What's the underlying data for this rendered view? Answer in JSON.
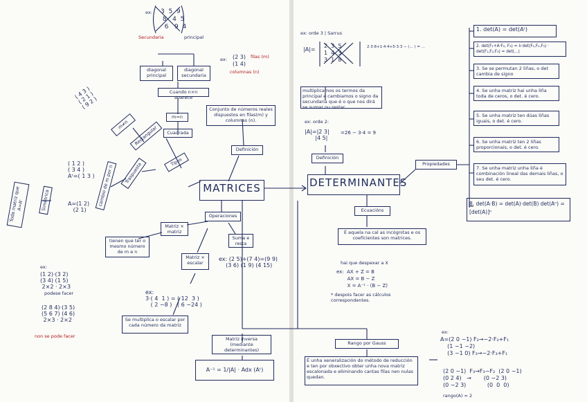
{
  "center": {
    "matrices": "MATRICES",
    "determinantes": "DETERMINANTES"
  },
  "left": {
    "example_top": "ex:",
    "secundaria": "Secundaria",
    "principal": "principal",
    "diag_principal": "diagonal principal",
    "diag_secundaria": "diagonal secundaria",
    "cuando": "Cuando n×n aparece",
    "m_eq_n": "m=n",
    "cuadrada": "Cuadrada",
    "rect_mn": "m≠n",
    "rectangular": "Rectangular",
    "tipos": "Tipos",
    "traspuesta": "Traspuesta",
    "cambio": "cambio de m por n",
    "simetrica": "Simétrica",
    "toda_matriz": "Toda matriz que A=Aᵗ",
    "definicion": "Definición",
    "filas": "filas (m)",
    "columnas": "columnas (n)",
    "conjunto": "Conjunto de números reales dispuestos en filas(m) y columnas (n).",
    "operaciones": "Operaciones",
    "matriz_matriz": "Matriz × matriz",
    "tienen": "tienen que ter o mesmo número de m e n",
    "suma": "Suma e resta",
    "matriz_escalar": "Matriz × escalar",
    "multiplica": "Se multiplica o escalar por cada número da matriz",
    "podese": "podese facer",
    "non_se_pode": "non se pode facer",
    "inversa": "Matriz inversa (mediante determinantes)",
    "inversa_formula": "A⁻¹ = 1/|A| · Adx (Aᵗ)",
    "ex": "ex:"
  },
  "right": {
    "orde3": "ex: orde 3 | Sarrus",
    "sarrus_res": "2·3·8+1·4·4+5·3·3 − (... ) = ...",
    "multiplicamos": "multiplicamos os termos da principal e cambiamos o signo da secundaria que é o que nos dirá se sumar ou restar",
    "orde2": "ex: orde 2:",
    "orde2_res": "=26 − 3·4 = 9",
    "definicion": "Definición",
    "ecuacions": "Ecuacións",
    "ecu_text": "É aquela na cal as incógnitas e os coeficientes son matrices.",
    "hai_que": "hai que despexar a X",
    "ex_eq": "ex:  AX + Z = B\n       AX = B − Z\n       X = A⁻¹ · (B − Z)",
    "despois": "* despois facer as cálculos correspondentes.",
    "rango": "Rango por Gauss",
    "rango_text": "É unha xeneralización do método de reducción e ten por obxectivo obter unha nova matriz escalonada e eliminando cantas filas nen nulas quedan.",
    "rango_res": "rango(A) = 2",
    "propiedades": "Propiedades",
    "props": [
      "1. det(A) = det(Aᵗ)",
      "2. det(F₁+A·F₂, F₃) = λ·det(F₁,F₂,F₃) · det(F₁,F₂,F₃) = det(...)",
      "3. Se se permutan 2 liñas, o det cambia de signo",
      "4. Se unha matriz hai unha liña toda de ceros, o det. é cero.",
      "5. Se unha matriz ten dúas liñas iguais, o det. é cero.",
      "6. Se unha matriz ten 2 liñas proporcionais, o det. é cero.",
      "7. Se unha matriz unha liña é combinación lineal das demais liñas, o seu det. é cero.",
      "8. det(A·B) = det(A)·det(B)   det(Aⁿ) = [det(A)]ⁿ"
    ]
  },
  "colors": {
    "ink": "#1e2a5a",
    "red": "#b01818",
    "paper": "#fbfbf8"
  }
}
